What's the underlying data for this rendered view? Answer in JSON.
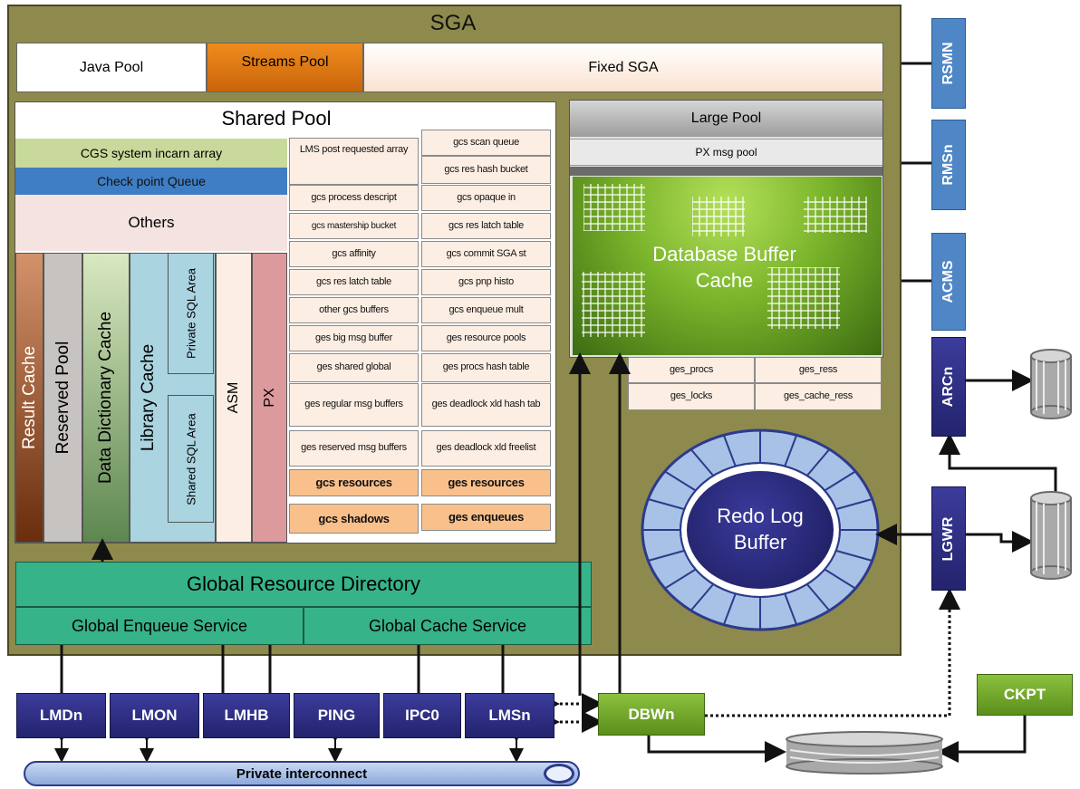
{
  "sga": {
    "title": "SGA",
    "java_pool": "Java Pool",
    "streams_pool": "Streams Pool",
    "fixed_sga": "Fixed SGA"
  },
  "shared_pool": {
    "title": "Shared Pool",
    "cgs": "CGS system incarn array",
    "checkpoint_queue": "Check point Queue",
    "others": "Others",
    "columns": [
      "Result Cache",
      "Reserved Pool",
      "Data Dictionary Cache",
      "Library Cache",
      "Private SQL Area",
      "Shared SQL Area",
      "ASM",
      "PX"
    ],
    "left_cells": [
      "LMS post requested array",
      "gcs process descript",
      "gcs mastership bucket",
      "gcs affinity",
      "gcs res latch table",
      "other gcs buffers",
      "ges big msg buffer",
      "ges shared global",
      "ges regular msg buffers",
      "ges reserved msg buffers"
    ],
    "right_cells": [
      "gcs scan queue",
      "gcs res hash bucket",
      "gcs opaque in",
      "gcs res latch table",
      "gcs commit SGA st",
      "gcs pnp histo",
      "gcs enqueue mult",
      "ges resource pools",
      "ges procs hash table",
      "ges deadlock xld hash tab",
      "ges deadlock xld freelist"
    ],
    "orange_cells": [
      "gcs resources",
      "ges resources",
      "gcs shadows",
      "ges enqueues"
    ]
  },
  "large_pool": {
    "title": "Large Pool",
    "px_msg_pool": "PX msg pool",
    "buffer_cache": "Database Buffer Cache",
    "ges_cells": [
      "ges_procs",
      "ges_ress",
      "ges_locks",
      "ges_cache_ress"
    ],
    "redo_log": "Redo Log Buffer"
  },
  "grd": {
    "title": "Global Resource Directory",
    "ges": "Global Enqueue Service",
    "gcs": "Global Cache Service"
  },
  "processes": {
    "bottom": [
      "LMDn",
      "LMON",
      "LMHB",
      "PING",
      "IPC0",
      "LMSn"
    ],
    "dbwn": "DBWn",
    "ckpt": "CKPT",
    "right": [
      "RSMN",
      "RMSn",
      "ACMS",
      "ARCn",
      "LGWR"
    ]
  },
  "interconnect": "Private interconnect",
  "colors": {
    "sga_bg": "#8e8a4d",
    "streams_pool": "#e07a10",
    "grd": "#37b38a",
    "process": "#2e2e85",
    "dbwn": "#6fa52d"
  }
}
